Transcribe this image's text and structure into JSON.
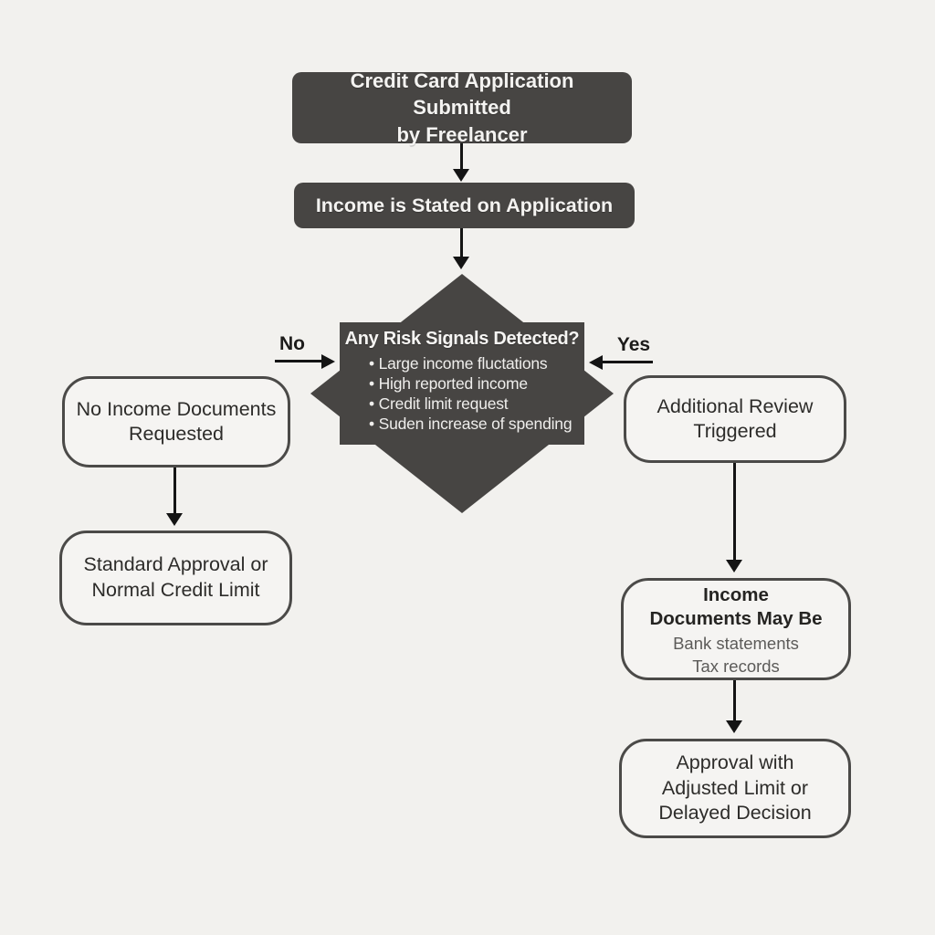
{
  "page": {
    "background_color": "#f2f1ee",
    "node_dark_color": "#474543",
    "node_outline_color": "#4b4a48",
    "arrow_color": "#141414"
  },
  "flowchart": {
    "start": {
      "label": "Credit Card Application Submitted\nby Freelancer"
    },
    "income_stated": {
      "label": "Income is Stated on Application"
    },
    "decision": {
      "title": "Any Risk Signals Detected?",
      "bullets": [
        "Large income fluctations",
        "High reported income",
        "Credit limit request",
        "Suden increase of spending"
      ]
    },
    "no_branch": {
      "edge_label": "No",
      "no_docs": {
        "label": "No Income Documents\nRequested"
      },
      "standard_approval": {
        "label": "Standard Approval or\nNormal Credit Limit"
      }
    },
    "yes_branch": {
      "edge_label": "Yes",
      "additional_review": {
        "label": "Additional Review\nTriggered"
      },
      "income_docs": {
        "title": "Income\nDocuments May Be",
        "items": [
          "Bank statements",
          "Tax records"
        ]
      },
      "adjusted_approval": {
        "label": "Approval with\nAdjusted Limit or\nDelayed Decision"
      }
    }
  }
}
